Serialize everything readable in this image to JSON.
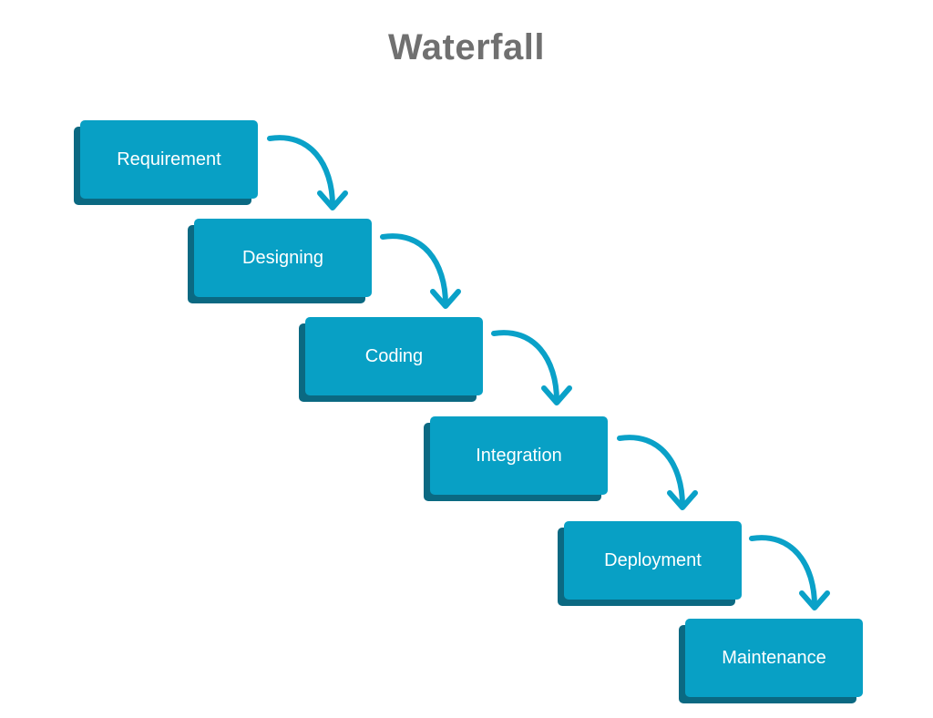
{
  "title": "Waterfall",
  "colors": {
    "box": "#08a0c5",
    "box_shadow": "#0b6982",
    "arrow": "#0aa1c8",
    "title": "#707070"
  },
  "steps": [
    {
      "label": "Requirement"
    },
    {
      "label": "Designing"
    },
    {
      "label": "Coding"
    },
    {
      "label": "Integration"
    },
    {
      "label": "Deployment"
    },
    {
      "label": "Maintenance"
    }
  ],
  "connectors": [
    {
      "from": "Requirement",
      "to": "Designing",
      "icon": "curved-arrow-down"
    },
    {
      "from": "Designing",
      "to": "Coding",
      "icon": "curved-arrow-down"
    },
    {
      "from": "Coding",
      "to": "Integration",
      "icon": "curved-arrow-down"
    },
    {
      "from": "Integration",
      "to": "Deployment",
      "icon": "curved-arrow-down"
    },
    {
      "from": "Deployment",
      "to": "Maintenance",
      "icon": "curved-arrow-down"
    }
  ]
}
